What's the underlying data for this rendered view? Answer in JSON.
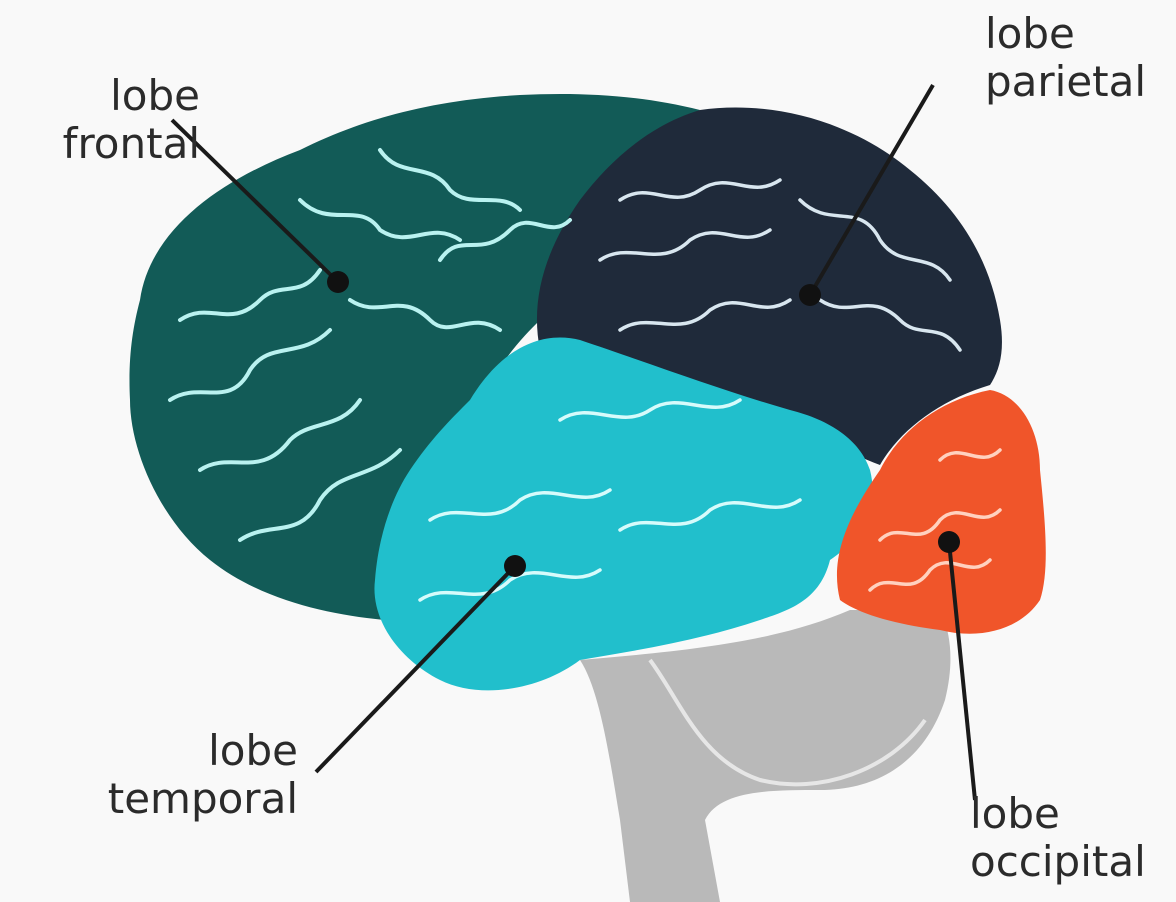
{
  "labels": {
    "frontal": {
      "line1": "lobe",
      "line2": "frontal"
    },
    "parietal": {
      "line1": "lobe",
      "line2": "parietal"
    },
    "temporal": {
      "line1": "lobe",
      "line2": "temporal"
    },
    "occipital": {
      "line1": "lobe",
      "line2": "occipital"
    }
  },
  "colors": {
    "frontal": "#125b57",
    "parietal": "#1f2a3a",
    "temporal": "#21bfcc",
    "occipital": "#f0552a",
    "brainstem": "#b9b9b9",
    "gyri_lines": "#b9f2f0",
    "leader_lines": "#1a1a1a"
  }
}
